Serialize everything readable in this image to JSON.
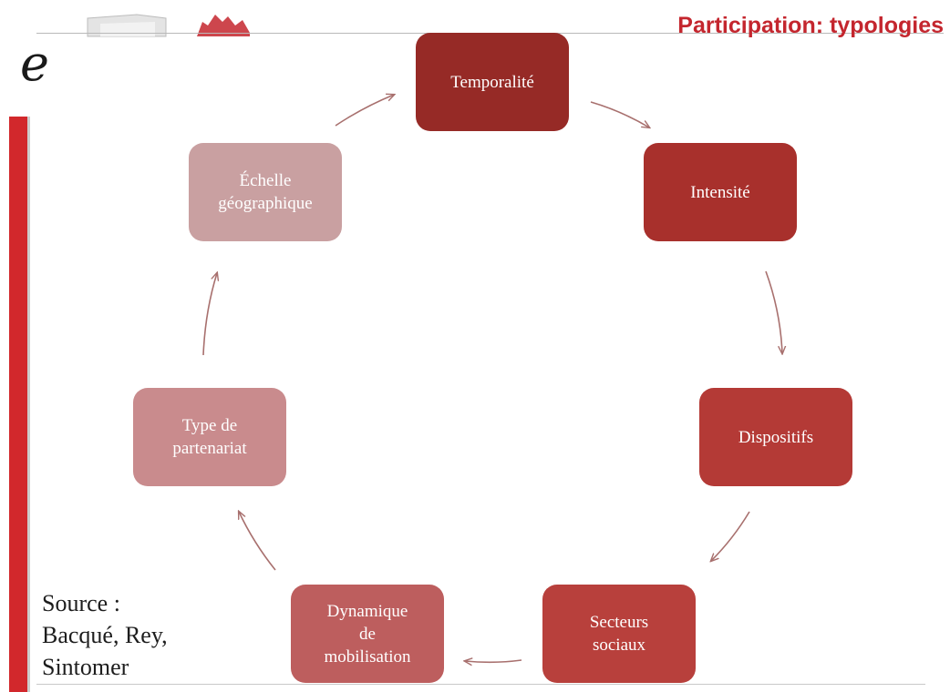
{
  "header": {
    "title": "Participation: typologies",
    "logo_letter": "e",
    "icon": "building-logo-icon"
  },
  "colors": {
    "accent": "#c4262e",
    "sidebar": "#d2282c",
    "node_dark": "#962a26",
    "node_mid": "#a8302c",
    "node_red": "#b8403c",
    "node_rose": "#bd5e5e",
    "node_pink": "#c98b8d",
    "node_light": "#c9a0a1",
    "arrow": "#a8706e"
  },
  "cycle": {
    "nodes": [
      {
        "id": "temporalite",
        "lines": [
          "Temporalité"
        ]
      },
      {
        "id": "intensite",
        "lines": [
          "Intensité"
        ]
      },
      {
        "id": "dispositifs",
        "lines": [
          "Dispositifs"
        ]
      },
      {
        "id": "secteurs",
        "lines": [
          "Secteurs",
          "sociaux"
        ]
      },
      {
        "id": "dynamique",
        "lines": [
          "Dynamique",
          "de",
          "mobilisation"
        ]
      },
      {
        "id": "type",
        "lines": [
          "Type de",
          "partenariat"
        ]
      },
      {
        "id": "echelle",
        "lines": [
          "Échelle",
          "géographique"
        ]
      }
    ]
  },
  "source": {
    "lines": [
      "Source :",
      "Bacqué, Rey,",
      "Sintomer"
    ]
  }
}
